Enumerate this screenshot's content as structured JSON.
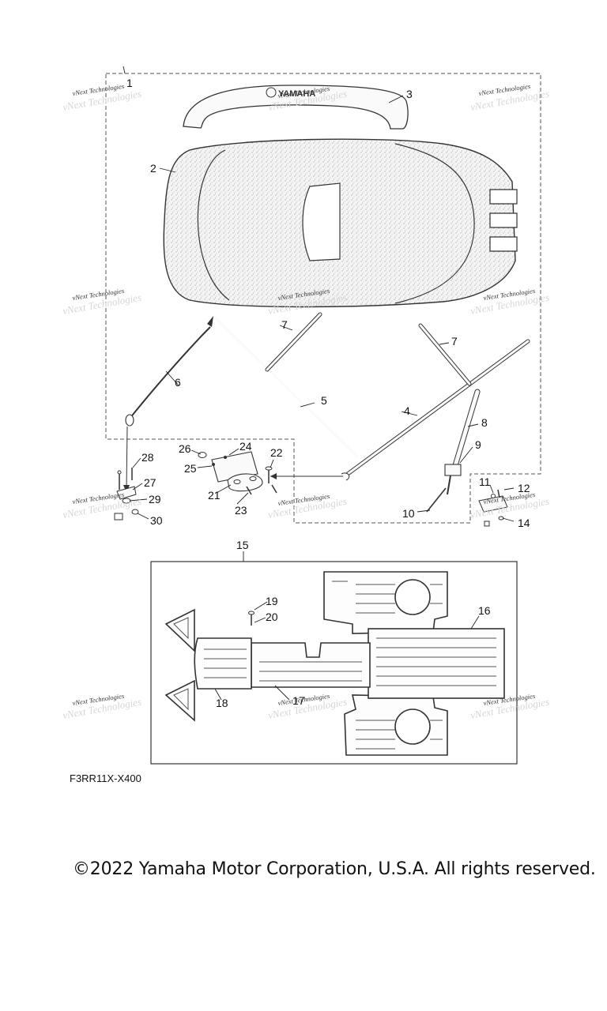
{
  "diagram": {
    "code": "F3RR11X-X400",
    "copyright": "©2022 Yamaha Motor Corporation, U.S.A. All rights reserved.",
    "watermark_text": "vNext Technologies",
    "emblem_text": "YAMAHA",
    "callouts": {
      "c1": "1",
      "c2": "2",
      "c3": "3",
      "c4": "4",
      "c5": "5",
      "c6": "6",
      "c7a": "7",
      "c7b": "7",
      "c8": "8",
      "c9": "9",
      "c10": "10",
      "c11": "11",
      "c12": "12",
      "c14": "14",
      "c15": "15",
      "c16": "16",
      "c17": "17",
      "c18": "18",
      "c19": "19",
      "c20": "20",
      "c21": "21",
      "c22": "22",
      "c23": "23",
      "c24": "24",
      "c25": "25",
      "c26": "26",
      "c27": "27",
      "c28": "28",
      "c29": "29",
      "c30": "30"
    }
  }
}
